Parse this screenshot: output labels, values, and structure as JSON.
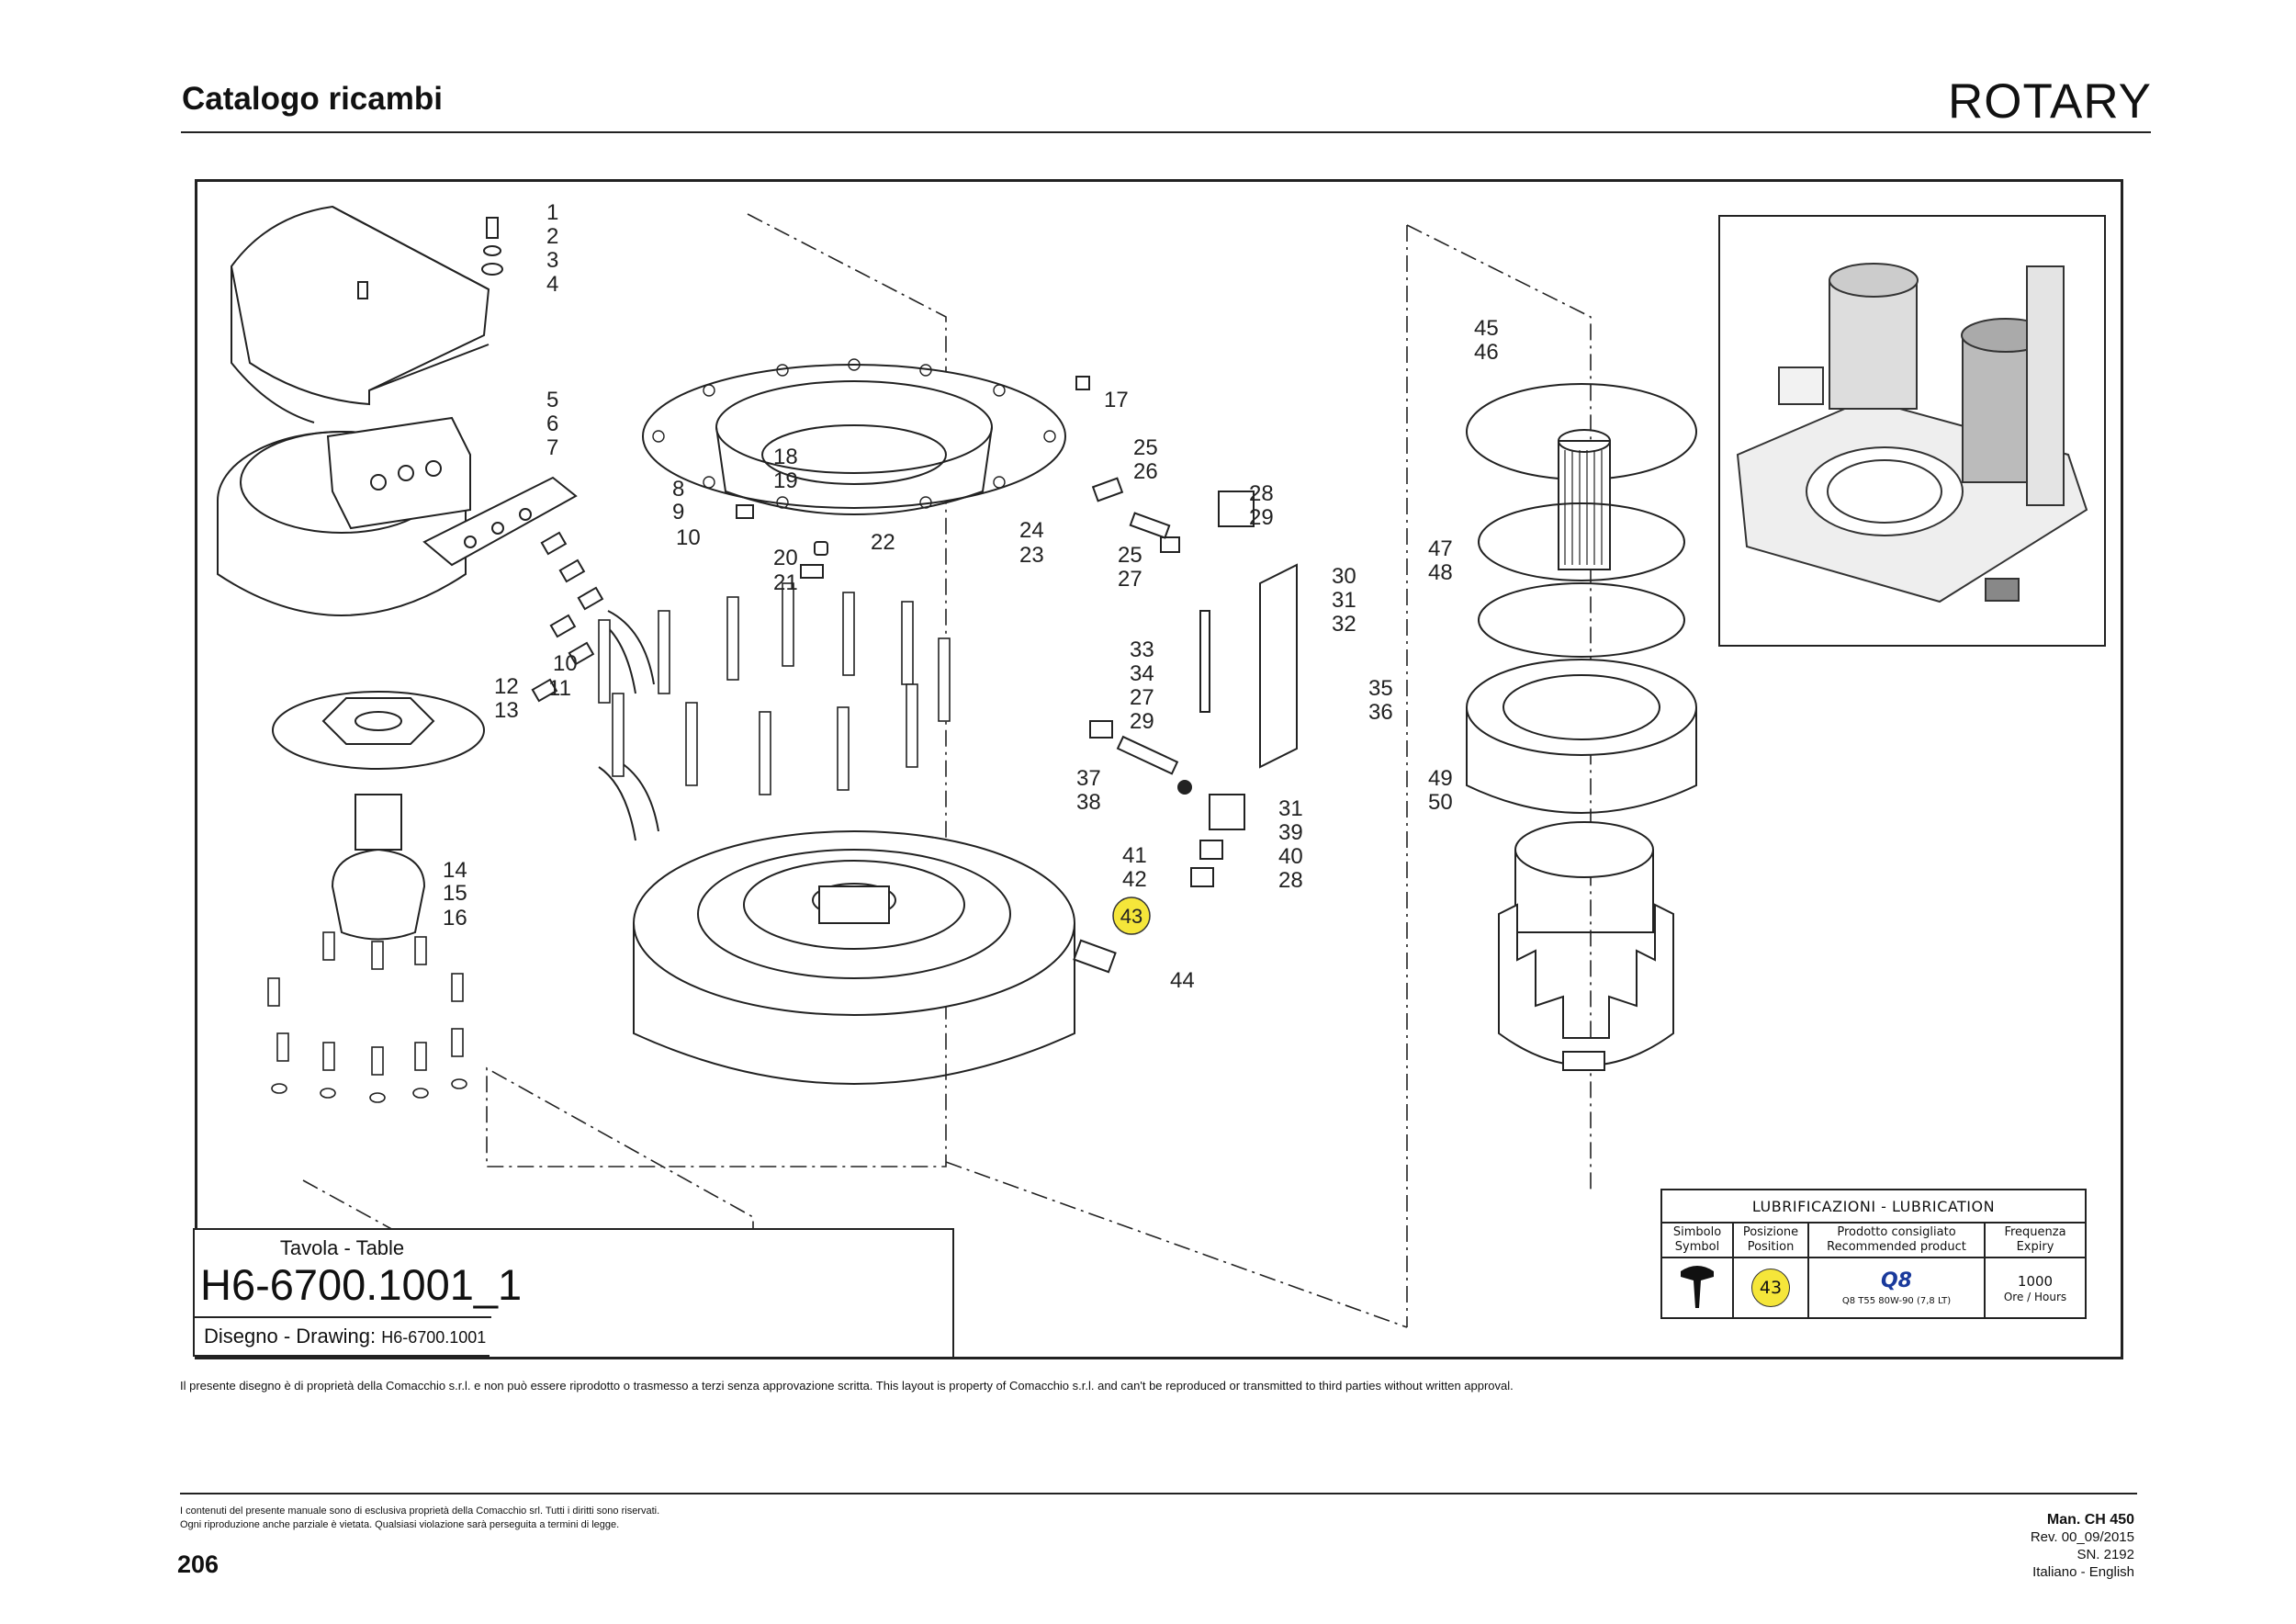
{
  "header": {
    "title": "Catalogo ricambi",
    "brand": "ROTARY"
  },
  "title_block": {
    "label": "Tavola - Table",
    "code": "H6-6700.1001_1",
    "drawing_label": "Disegno - Drawing:",
    "drawing_code": "H6-6700.1001"
  },
  "lubrication": {
    "title": "LUBRIFICAZIONI - LUBRICATION",
    "col_symbol": "Simbolo Symbol",
    "col_symbol_l1": "Simbolo",
    "col_symbol_l2": "Symbol",
    "col_position_l1": "Posizione",
    "col_position_l2": "Position",
    "col_product_l1": "Prodotto consigliato",
    "col_product_l2": "Recommended product",
    "col_frequency_l1": "Frequenza",
    "col_frequency_l2": "Expiry",
    "row": {
      "position": "43",
      "product_brand": "Q8",
      "product": "Q8 T55 80W-90 (7,8 LT)",
      "frequency_value": "1000",
      "frequency_unit": "Ore / Hours"
    }
  },
  "callouts": [
    "1",
    "2",
    "3",
    "4",
    "5",
    "6",
    "7",
    "8",
    "9",
    "10",
    "10",
    "11",
    "12",
    "13",
    "14",
    "15",
    "16",
    "17",
    "18",
    "19",
    "20",
    "21",
    "22",
    "23",
    "24",
    "25",
    "25",
    "26",
    "27",
    "27",
    "28",
    "28",
    "29",
    "29",
    "30",
    "31",
    "31",
    "32",
    "33",
    "34",
    "35",
    "36",
    "37",
    "38",
    "39",
    "40",
    "41",
    "42",
    "43",
    "44",
    "45",
    "46",
    "47",
    "48",
    "49",
    "50"
  ],
  "disclaimer": "Il presente disegno è di proprietà della Comacchio s.r.l. e non può essere riprodotto o trasmesso a terzi senza approvazione scritta. This layout is property of Comacchio s.r.l. and can't be reproduced or transmitted to third parties without written approval.",
  "footer": {
    "notice_line1": "I contenuti del presente manuale sono di esclusiva proprietà della Comacchio srl. Tutti i diritti sono riservati.",
    "notice_line2": "Ogni riproduzione anche parziale è vietata. Qualsiasi violazione sarà perseguita a termini di legge.",
    "page_number": "206",
    "manual": "Man. CH 450",
    "revision": "Rev. 00_09/2015",
    "serial": "SN. 2192",
    "languages": "Italiano - English"
  },
  "colors": {
    "highlight": "#f5e63a",
    "line": "#222222",
    "q8_blue": "#1a3a9c"
  }
}
